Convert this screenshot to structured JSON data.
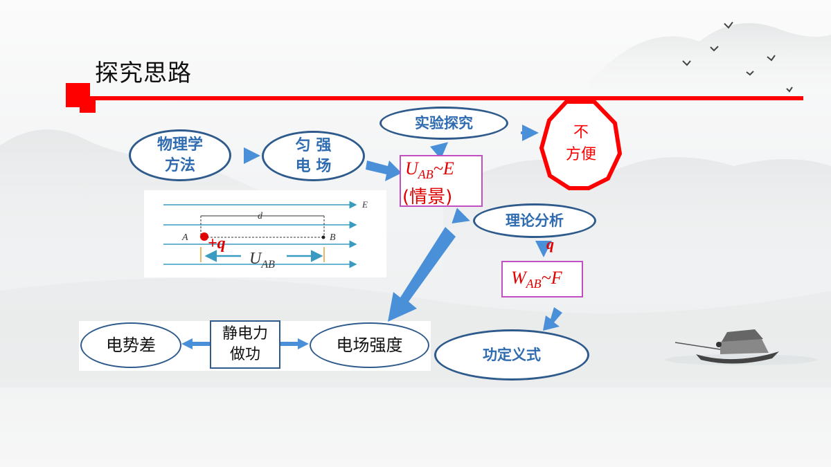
{
  "title": "探究思路",
  "nodes": {
    "physics_method": {
      "line1": "物理学",
      "line2": "方法"
    },
    "uniform_field": {
      "line1": "匀 强",
      "line2": "电 场"
    },
    "experiment": "实验探究",
    "inconvenient": {
      "line1": "不",
      "line2": "方便"
    },
    "theory": "理论分析",
    "work_def": "功定义式",
    "potential_diff": "电势差",
    "electrostatic_work": {
      "line1": "静电力",
      "line2": "做功"
    },
    "field_strength": "电场强度"
  },
  "uab_box": {
    "main": "U",
    "sub": "AB",
    "rest": "~E",
    "scene": "(情景)"
  },
  "wab_box": {
    "main": "W",
    "sub": "AB",
    "rest": "~F"
  },
  "q_label": "q",
  "field_figure": {
    "e_label": "E",
    "d_label": "d",
    "a_label": "A",
    "b_label": "B",
    "charge_label": "+q",
    "u_main": "U",
    "u_sub": "AB"
  },
  "colors": {
    "accent_red": "#ff0000",
    "node_text_blue": "#2e6bb0",
    "node_border": "#2e5a8c",
    "arrow_blue": "#4a90d9",
    "box_purple": "#c24fc2"
  }
}
